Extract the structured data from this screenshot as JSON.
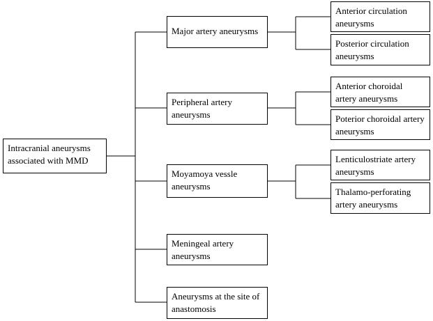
{
  "root": {
    "label": "Intracranial aneurysms associated with MMD"
  },
  "categories": [
    {
      "label": "Major artery aneurysms",
      "subtypes": [
        "Anterior circulation aneurysms",
        "Posterior circulation aneurysms"
      ]
    },
    {
      "label": "Peripheral artery aneurysms",
      "subtypes": [
        "Anterior choroidal artery aneurysms",
        "Poterior choroidal artery aneurysms"
      ]
    },
    {
      "label": "Moyamoya vessle aneurysms",
      "subtypes": [
        "Lenticulostriate artery aneurysms",
        "Thalamo-perforating artery aneurysms"
      ]
    },
    {
      "label": "Meningeal artery aneurysms",
      "subtypes": []
    },
    {
      "label": "Aneurysms at the site of anastomosis",
      "subtypes": []
    }
  ]
}
